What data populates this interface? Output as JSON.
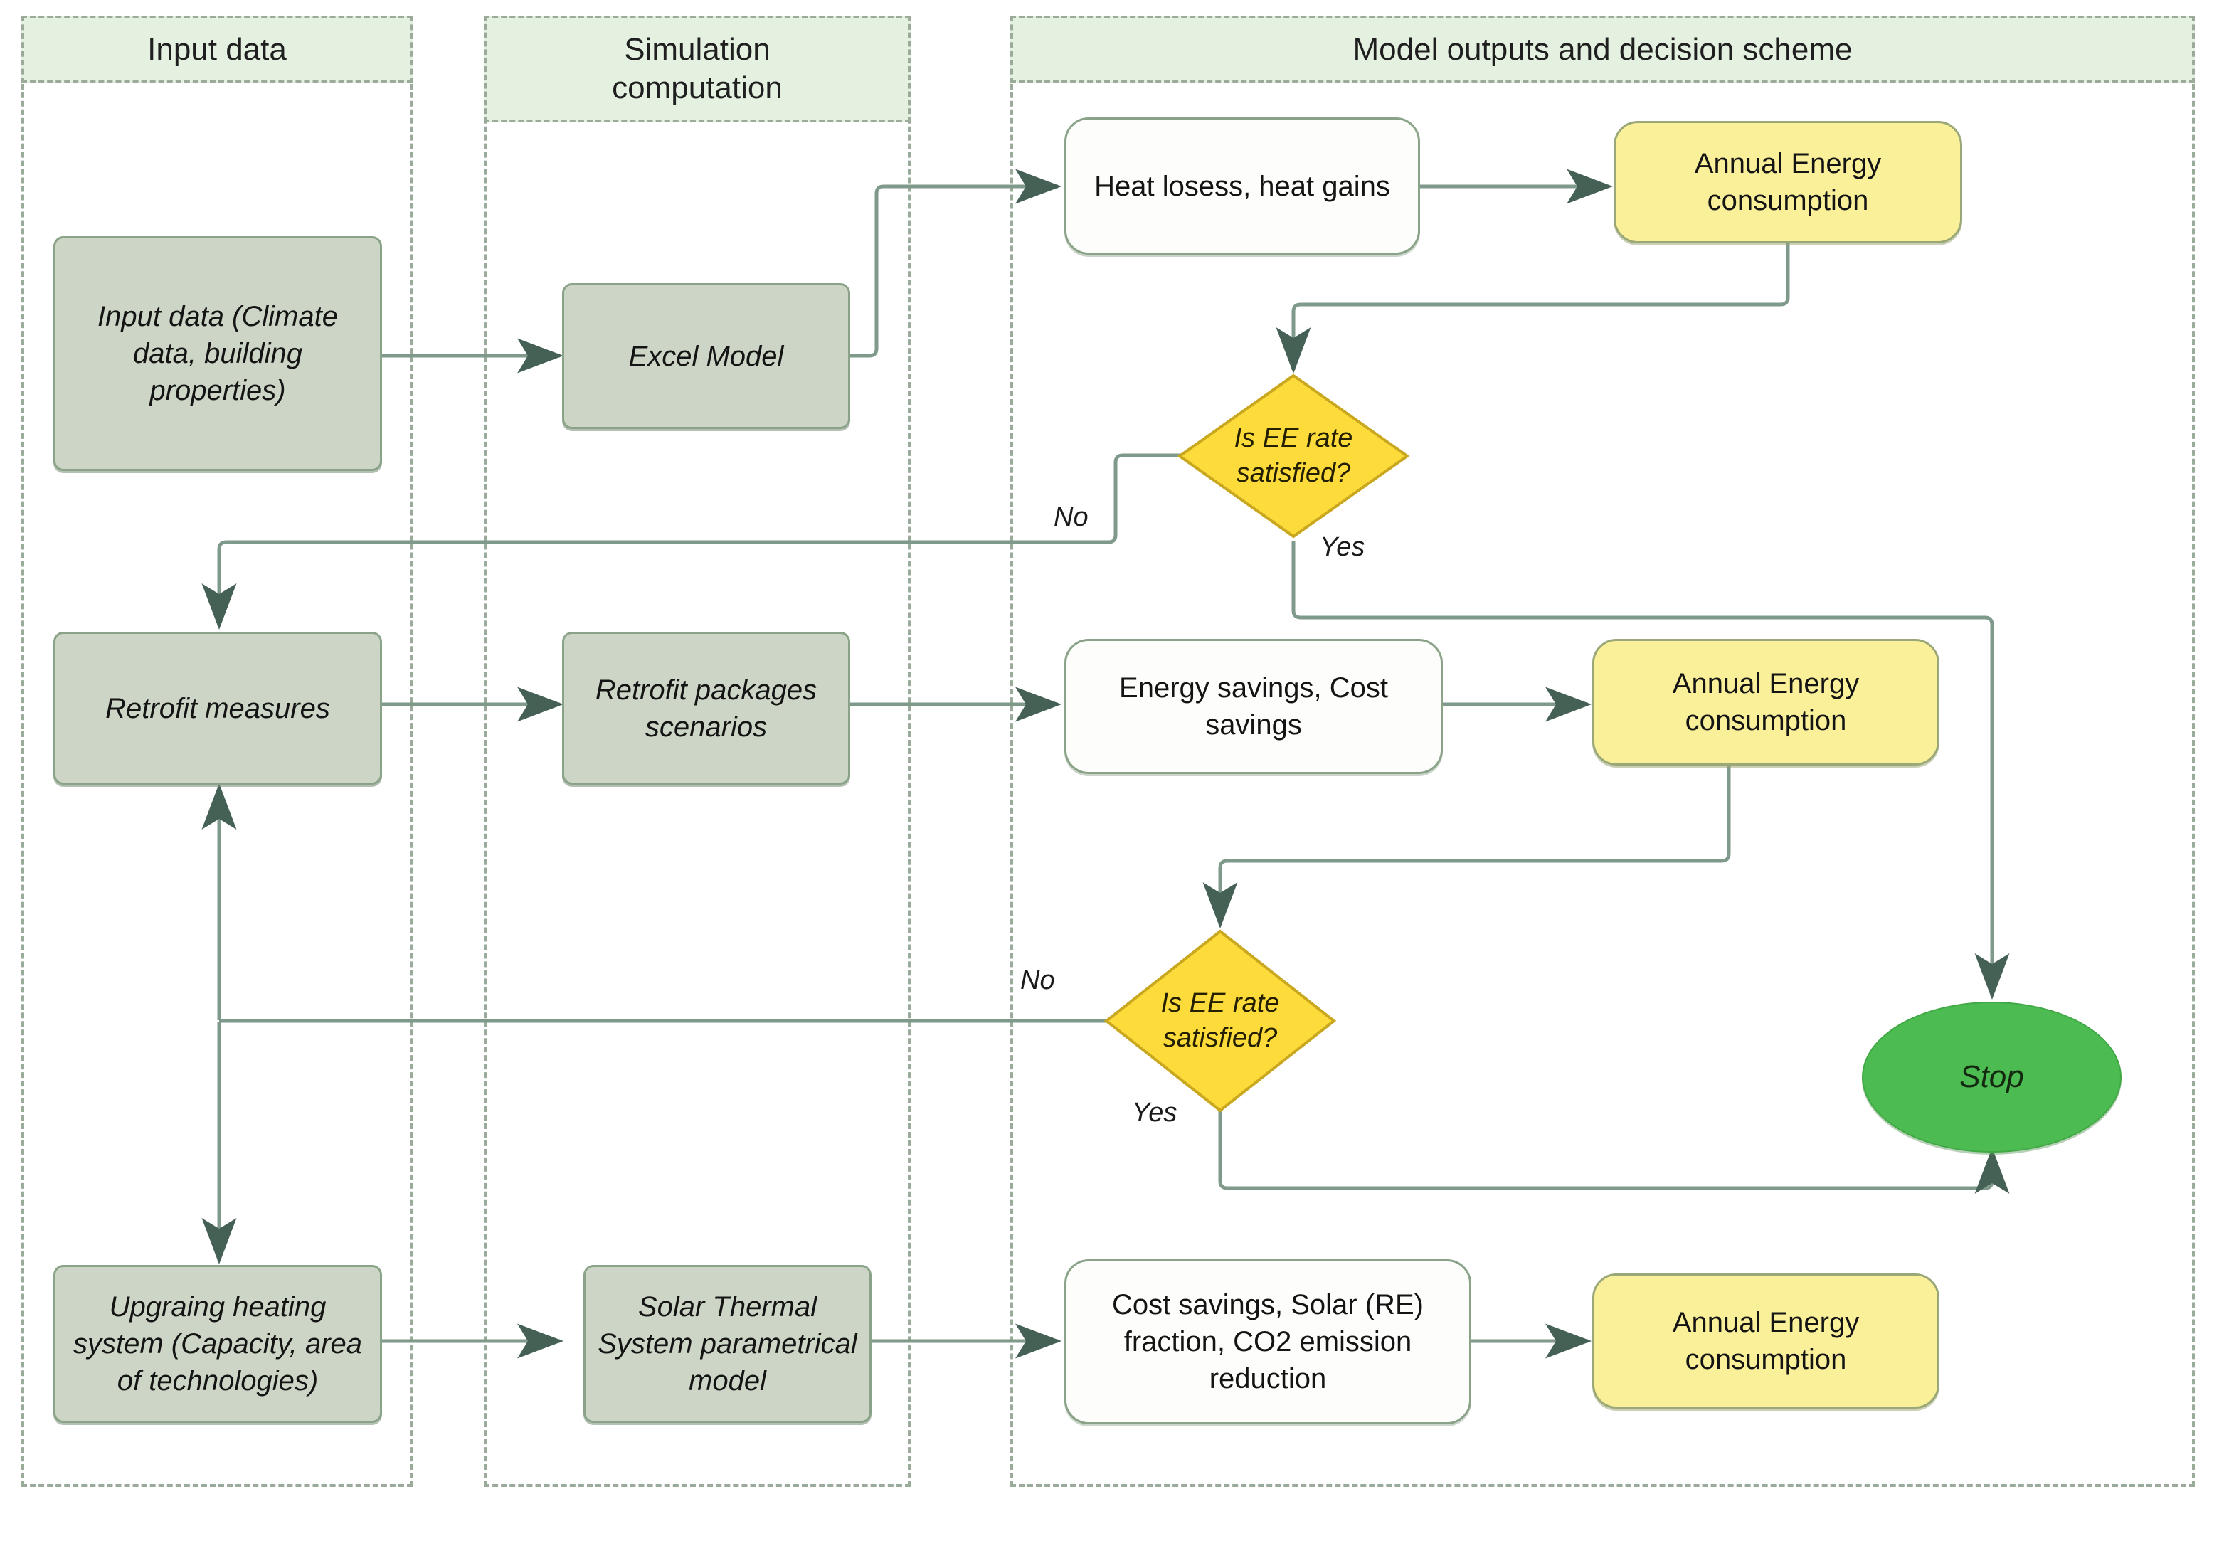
{
  "diagram": {
    "title": "Energy retrofit simulation and decision flowchart",
    "colors": {
      "lane_header_fill": "#e4f1e0",
      "lane_border": "#9aab9a",
      "process_fill": "#cdd6c6",
      "process_border": "#8aa388",
      "output_fill": "#fdfefb",
      "highlight_fill": "#fbf09a",
      "decision_fill": "#fcdb3a",
      "decision_border": "#c9a81f",
      "stop_fill": "#4cbb51",
      "edge_stroke": "#5f7a68"
    }
  },
  "lanes": [
    {
      "id": "lane-input",
      "title": "Input data"
    },
    {
      "id": "lane-simulation",
      "title": "Simulation\ncomputation"
    },
    {
      "id": "lane-outputs",
      "title": "Model outputs and decision scheme"
    }
  ],
  "nodes": {
    "input_data": {
      "label": "Input data (Climate data, building properties)",
      "shape": "process",
      "lane": "lane-input"
    },
    "excel_model": {
      "label": "Excel Model",
      "shape": "process",
      "lane": "lane-simulation"
    },
    "heat_losses": {
      "label": "Heat losess, heat gains",
      "shape": "output",
      "lane": "lane-outputs"
    },
    "annual_energy_1": {
      "label": "Annual Energy consumption",
      "shape": "highlight",
      "lane": "lane-outputs"
    },
    "decision_1": {
      "label": "Is EE rate satisfied?",
      "shape": "decision",
      "lane": "lane-outputs"
    },
    "retrofit_measures": {
      "label": "Retrofit measures",
      "shape": "process",
      "lane": "lane-input"
    },
    "retrofit_packages": {
      "label": "Retrofit packages scenarios",
      "shape": "process",
      "lane": "lane-simulation"
    },
    "energy_savings": {
      "label": "Energy savings, Cost savings",
      "shape": "output",
      "lane": "lane-outputs"
    },
    "annual_energy_2": {
      "label": "Annual Energy consumption",
      "shape": "highlight",
      "lane": "lane-outputs"
    },
    "decision_2": {
      "label": "Is EE rate satisfied?",
      "shape": "decision",
      "lane": "lane-outputs"
    },
    "upgrading_heating": {
      "label": "Upgraing heating system (Capacity, area of technologies)",
      "shape": "process",
      "lane": "lane-input"
    },
    "solar_thermal": {
      "label": "Solar Thermal System parametrical model",
      "shape": "process",
      "lane": "lane-simulation"
    },
    "cost_savings": {
      "label": "Cost savings, Solar (RE) fraction, CO2 emission reduction",
      "shape": "output",
      "lane": "lane-outputs"
    },
    "annual_energy_3": {
      "label": "Annual Energy consumption",
      "shape": "highlight",
      "lane": "lane-outputs"
    },
    "stop": {
      "label": "Stop",
      "shape": "terminator",
      "lane": "lane-outputs"
    }
  },
  "edge_labels": {
    "d1_no": "No",
    "d1_yes": "Yes",
    "d2_no": "No",
    "d2_yes": "Yes"
  },
  "edges": [
    {
      "from": "input_data",
      "to": "excel_model",
      "label": ""
    },
    {
      "from": "excel_model",
      "to": "heat_losses",
      "label": ""
    },
    {
      "from": "heat_losses",
      "to": "annual_energy_1",
      "label": ""
    },
    {
      "from": "annual_energy_1",
      "to": "decision_1",
      "label": ""
    },
    {
      "from": "decision_1",
      "to": "retrofit_measures",
      "label": "No"
    },
    {
      "from": "decision_1",
      "to": "stop",
      "label": "Yes"
    },
    {
      "from": "retrofit_measures",
      "to": "retrofit_packages",
      "label": ""
    },
    {
      "from": "retrofit_packages",
      "to": "energy_savings",
      "label": ""
    },
    {
      "from": "energy_savings",
      "to": "annual_energy_2",
      "label": ""
    },
    {
      "from": "annual_energy_2",
      "to": "decision_2",
      "label": ""
    },
    {
      "from": "decision_2",
      "to": "upgrading_heating",
      "label": "No"
    },
    {
      "from": "decision_2",
      "to": "stop",
      "label": "Yes"
    },
    {
      "from": "upgrading_heating",
      "to": "solar_thermal",
      "label": ""
    },
    {
      "from": "solar_thermal",
      "to": "cost_savings",
      "label": ""
    },
    {
      "from": "cost_savings",
      "to": "annual_energy_3",
      "label": ""
    }
  ]
}
